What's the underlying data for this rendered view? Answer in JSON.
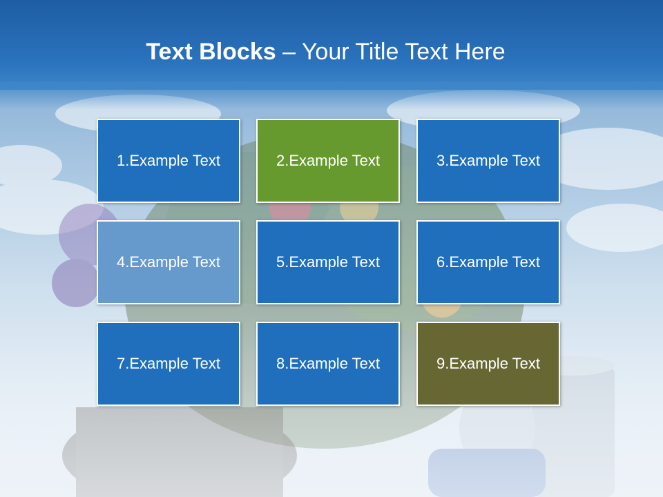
{
  "title": {
    "bold": "Text Blocks",
    "dash": "–",
    "rest": "Your Title Text Here"
  },
  "blocks": [
    {
      "label": "1.Example Text",
      "color": "#1f6fbc"
    },
    {
      "label": "2.Example Text",
      "color": "#669a2e"
    },
    {
      "label": "3.Example Text",
      "color": "#1f6fbc"
    },
    {
      "label": "4.Example Text",
      "color": "#6699cc"
    },
    {
      "label": "5.Example Text",
      "color": "#1f6fbc"
    },
    {
      "label": "6.Example Text",
      "color": "#1f6fbc"
    },
    {
      "label": "7.Example Text",
      "color": "#1f6fbc"
    },
    {
      "label": "8.Example Text",
      "color": "#1f6fbc"
    },
    {
      "label": "9.Example Text",
      "color": "#676734"
    }
  ],
  "colors": {
    "title_bar": "#2a73bd",
    "title_text": "#ffffff",
    "block_border": "#ffffff"
  }
}
